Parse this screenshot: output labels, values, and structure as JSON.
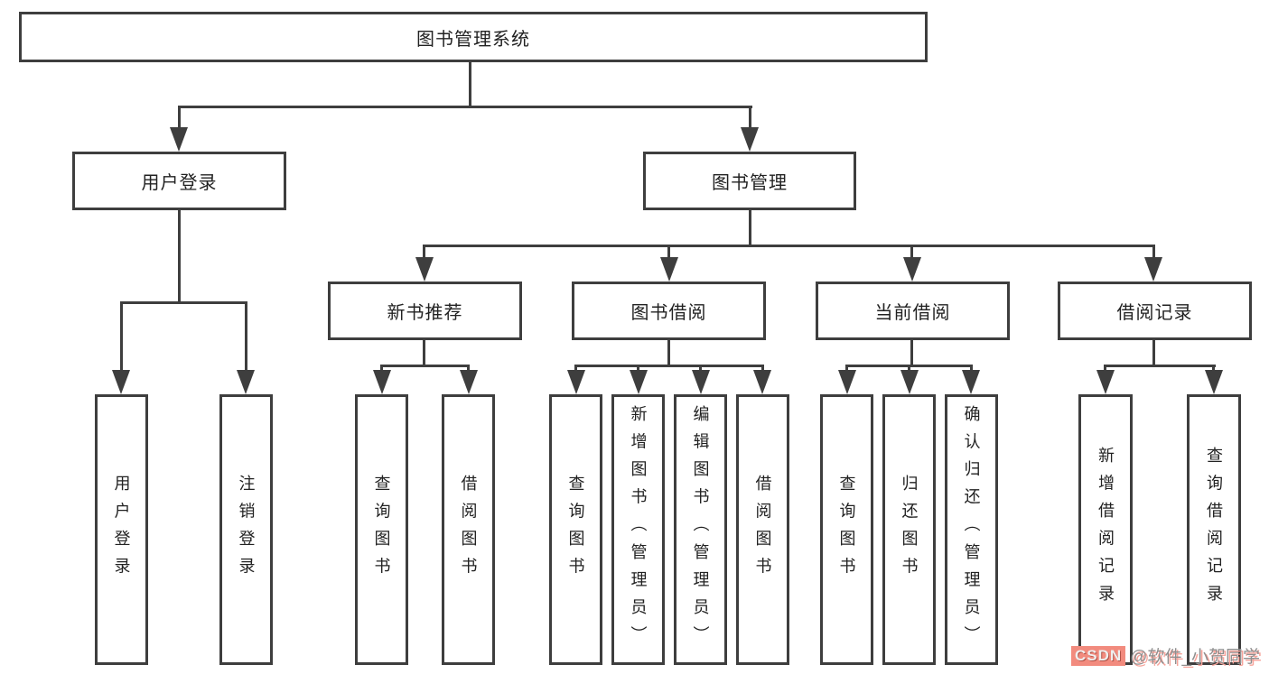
{
  "diagram": {
    "root": {
      "label": "图书管理系统"
    },
    "level2": [
      {
        "id": "user-login",
        "label": "用户登录",
        "children": [
          "用户登录",
          "注销登录"
        ]
      },
      {
        "id": "book-management",
        "label": "图书管理",
        "children": [
          "新书推荐",
          "图书借阅",
          "当前借阅",
          "借阅记录"
        ]
      }
    ],
    "level3": [
      {
        "id": "new-book-recommend",
        "label": "新书推荐",
        "children": [
          "查询图书",
          "借阅图书"
        ]
      },
      {
        "id": "book-borrow",
        "label": "图书借阅",
        "children": [
          "查询图书",
          "新增图书（管理员）",
          "编辑图书（管理员）",
          "借阅图书"
        ]
      },
      {
        "id": "current-borrow",
        "label": "当前借阅",
        "children": [
          "查询图书",
          "归还图书",
          "确认归还（管理员）"
        ]
      },
      {
        "id": "borrow-records",
        "label": "借阅记录",
        "children": [
          "新增借阅记录",
          "查询借阅记录"
        ]
      }
    ],
    "leaves": [
      {
        "label": "用户登录"
      },
      {
        "label": "注销登录"
      },
      {
        "label": "查询图书"
      },
      {
        "label": "借阅图书"
      },
      {
        "label": "查询图书"
      },
      {
        "label": "新增图书（管理员）"
      },
      {
        "label": "编辑图书（管理员）"
      },
      {
        "label": "借阅图书"
      },
      {
        "label": "查询图书"
      },
      {
        "label": "归还图书"
      },
      {
        "label": "确认归还（管理员）"
      },
      {
        "label": "新增借阅记录"
      },
      {
        "label": "查询借阅记录"
      }
    ]
  },
  "watermark": {
    "badge": "CSDN",
    "text": "@软件_小贺同学"
  },
  "colors": {
    "line": "#3e3e3e",
    "text": "#222222",
    "box_background": "#ffffff",
    "watermark_badge": "#f28b7e",
    "watermark_gray": "#8f8f8f",
    "watermark_shadow": "#f7a39a"
  }
}
